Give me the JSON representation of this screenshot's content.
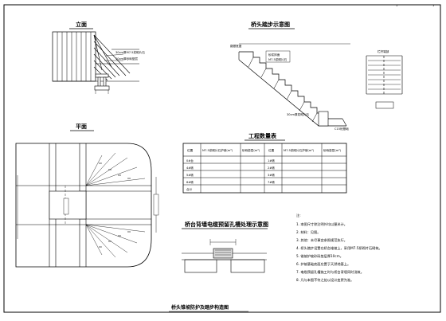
{
  "corner": {
    "left": "1",
    "right": "1"
  },
  "elevation": {
    "title": "立面",
    "note1": "30cm厚M7.5浆砌片石",
    "note2": "10cm厚砂砾垫层"
  },
  "plan": {
    "title": "平面"
  },
  "stair_detail": {
    "title": "桥头踏步示意图",
    "label_top": "路基宽度",
    "label_mid": "砂浆抹面",
    "label_mid2": "M7.5浆砌片石",
    "label_base": "30cm厚浆砌片石",
    "label_side": "栏杆端部",
    "label_bottom": "C15砼基础"
  },
  "quantity_table": {
    "title": "工程数量表",
    "headers": [
      "位置",
      "M7.5浆砌片石护坡(m³)",
      "砂砾垫层(m³)",
      "位置",
      "M7.5浆砌片石护坡(m³)",
      "砂砾垫层(m³)"
    ],
    "rows": [
      [
        "0#台",
        "",
        "",
        "1#墩",
        "",
        ""
      ],
      [
        "4#墩",
        "",
        "",
        "2#墩",
        "",
        ""
      ],
      [
        "5#墩",
        "",
        "",
        "3#墩",
        "",
        ""
      ],
      [
        "6#墩",
        "",
        "",
        "7#墩",
        "",
        ""
      ],
      [
        "合计",
        "",
        "",
        "",
        "",
        ""
      ]
    ]
  },
  "cable_detail": {
    "title": "桥台背墙电缆预留孔槽处理示意图"
  },
  "notes": {
    "title": "注:",
    "items": [
      "1. 本图尺寸除注明外均以厘米计。",
      "2. 材料：见图。",
      "3. 其他：未尽事宜参照规范执行。",
      "4. 桥头踏步设置在桥台锥坡上，采用M7.5浆砌片石砌筑。",
      "5. 锥坡护坡砂砾垫层厚10cm。",
      "6. 护坡基础底面应置于天然地基上。",
      "7. 电缆预留孔槽施工时与桥台背墙同时浇筑。",
      "8. 凡与本图不符之处以设计变更为准。"
    ]
  },
  "drawing_title": "桥头锥坡防护及踏步构造图"
}
